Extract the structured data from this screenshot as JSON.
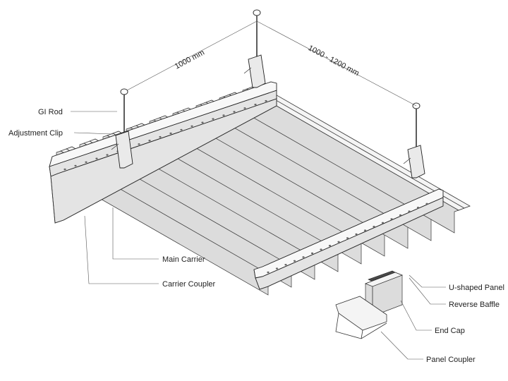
{
  "labels": {
    "gi_rod": "GI Rod",
    "adjustment_clip": "Adjustment Clip",
    "main_carrier": "Main Carrier",
    "carrier_coupler": "Carrier Coupler",
    "u_shaped_panel": "U-shaped Panel",
    "reverse_baffle": "Reverse Baffle",
    "end_cap": "End Cap",
    "panel_coupler": "Panel Coupler"
  },
  "dimensions": {
    "rod_spacing": "1000 mm",
    "carrier_spacing": "1000 - 1200 mm"
  }
}
